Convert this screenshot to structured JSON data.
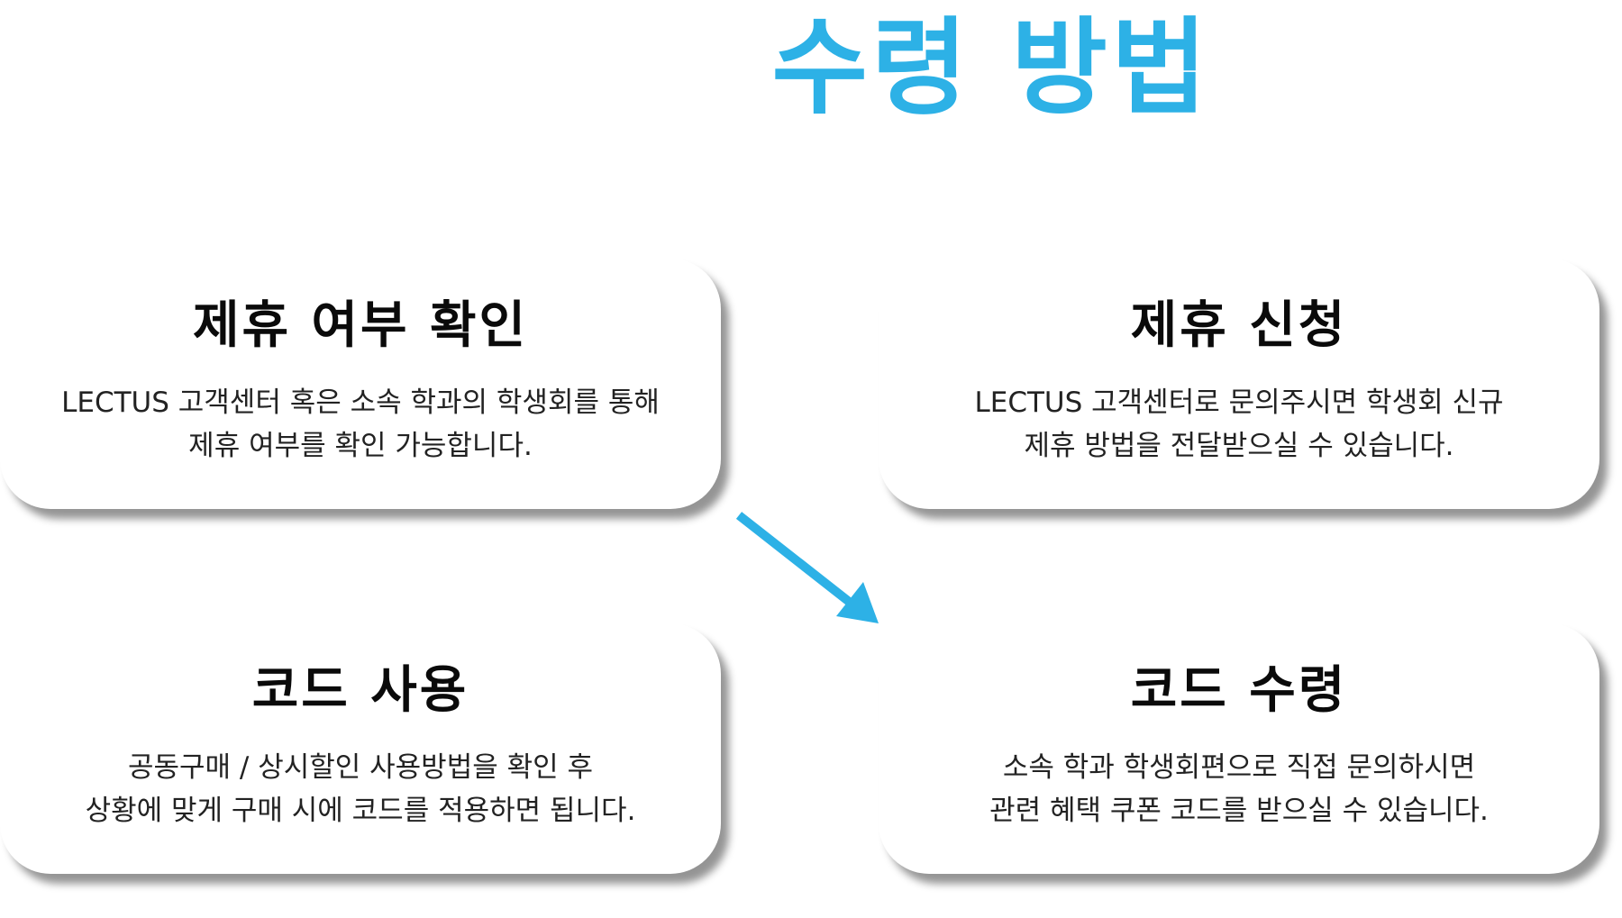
{
  "title": "수령 방법",
  "accent_color": "#2db1e6",
  "cards": [
    {
      "title": "제휴 여부 확인",
      "lines": [
        "LECTUS 고객센터 혹은 소속 학과의 학생회를 통해",
        "제휴 여부를 확인 가능합니다."
      ]
    },
    {
      "title": "제휴 신청",
      "lines": [
        "LECTUS 고객센터로 문의주시면 학생회 신규",
        "제휴 방법을 전달받으실 수 있습니다."
      ]
    },
    {
      "title": "코드 사용",
      "lines": [
        "공동구매 / 상시할인 사용방법을 확인 후",
        "상황에 맞게 구매 시에 코드를 적용하면 됩니다."
      ]
    },
    {
      "title": "코드 수령",
      "lines": [
        "소속 학과 학생회편으로 직접 문의하시면",
        "관련 혜택 쿠폰 코드를 받으실 수 있습니다."
      ]
    }
  ]
}
